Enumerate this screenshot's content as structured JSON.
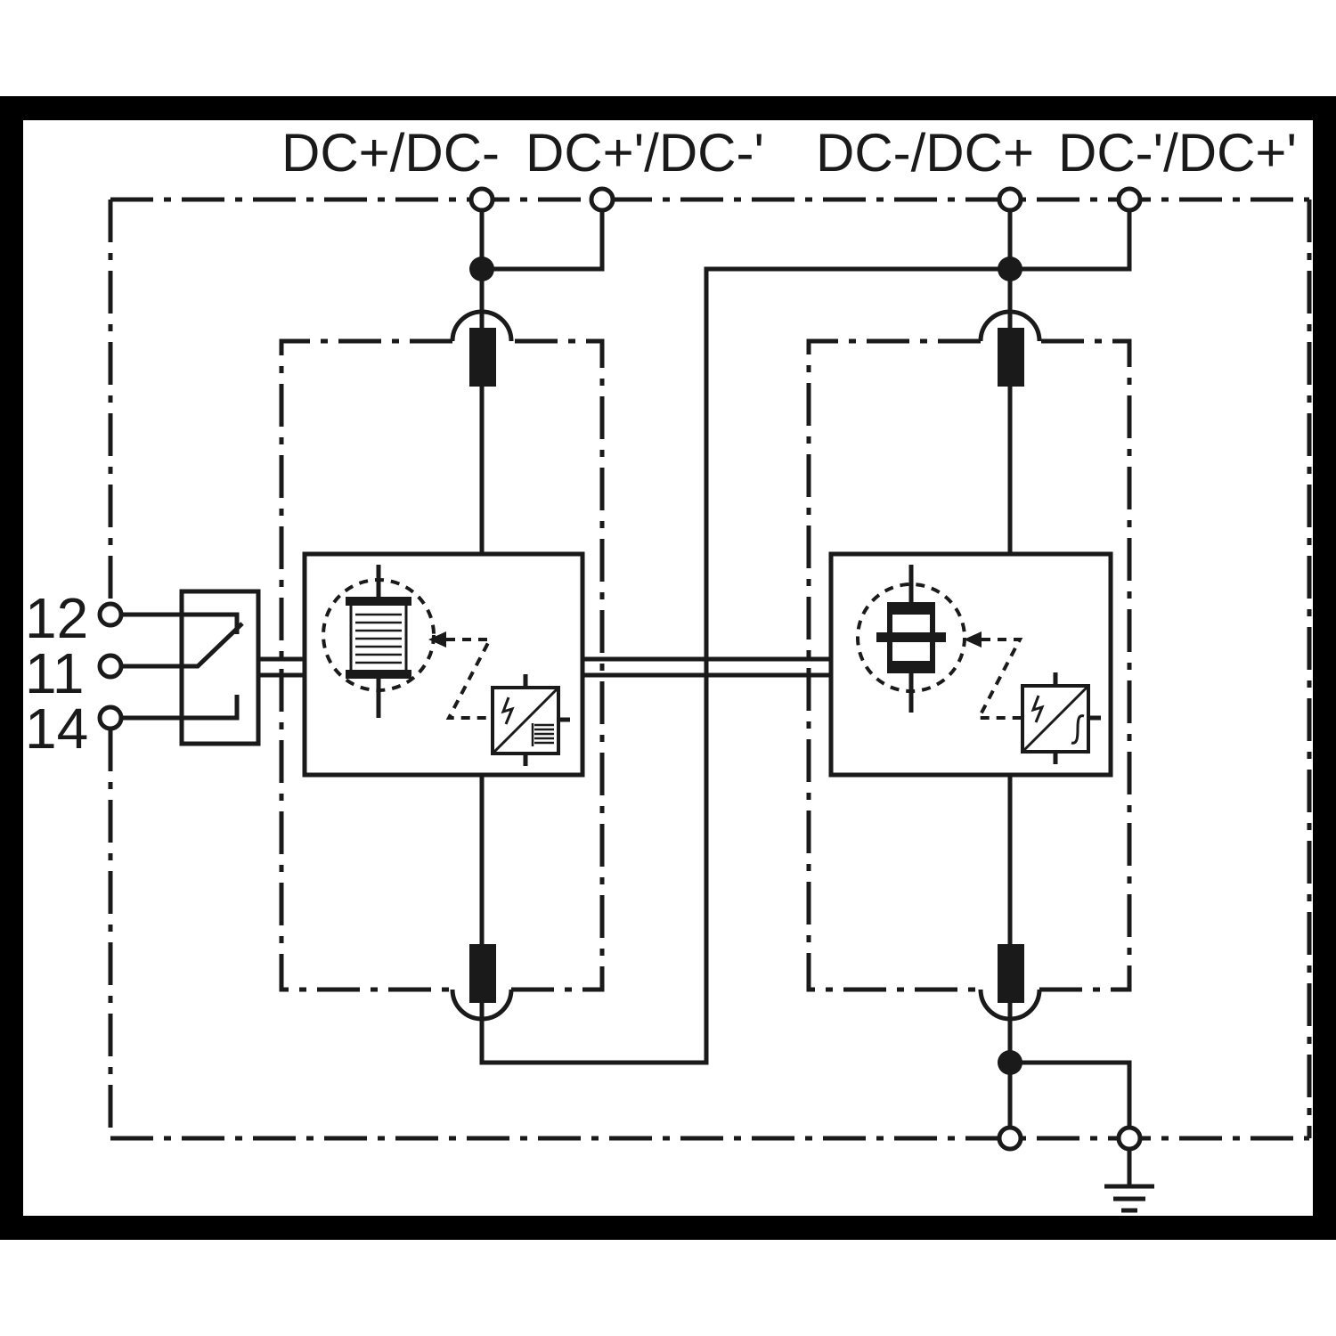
{
  "diagram": {
    "dc_terminals": [
      "DC+/DC-",
      "DC+'/DC-'",
      "DC-/DC+",
      "DC-'/DC+'"
    ],
    "relay_terminals": [
      "12",
      "11",
      "14"
    ]
  },
  "symbols": [
    "fuse-icon",
    "varistor-icon",
    "spark-gap-icon",
    "thermal-disconnector-icon",
    "lightning-icon",
    "relay-contact-icon",
    "ground-icon",
    "terminal-icon"
  ],
  "colors": {
    "line": "#1a1a1a",
    "frame": "#000000",
    "background": "#ffffff"
  }
}
